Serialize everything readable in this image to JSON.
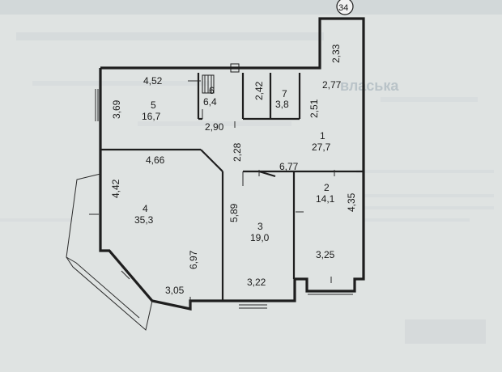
{
  "axis_marker": "34",
  "rooms": [
    {
      "number": "1",
      "area": "27,7"
    },
    {
      "number": "2",
      "area": "14,1"
    },
    {
      "number": "3",
      "area": "19,0"
    },
    {
      "number": "4",
      "area": "35,3"
    },
    {
      "number": "5",
      "area": "16,7"
    },
    {
      "number": "6",
      "area": "6,4"
    },
    {
      "number": "7",
      "area": "3,8"
    }
  ],
  "dimensions": [
    "2,33",
    "4,52",
    "3,69",
    "2,90",
    "2,42",
    "2,51",
    "2,77",
    "2,28",
    "4,66",
    "6,77",
    "4,42",
    "5,89",
    "4,35",
    "6,97",
    "3,25",
    "3,05",
    "3,22"
  ],
  "background_text": "власька",
  "colors": {
    "paper": "#dfe3e2",
    "ink": "#1e1e1e",
    "watermark": "#b9c3c8"
  }
}
